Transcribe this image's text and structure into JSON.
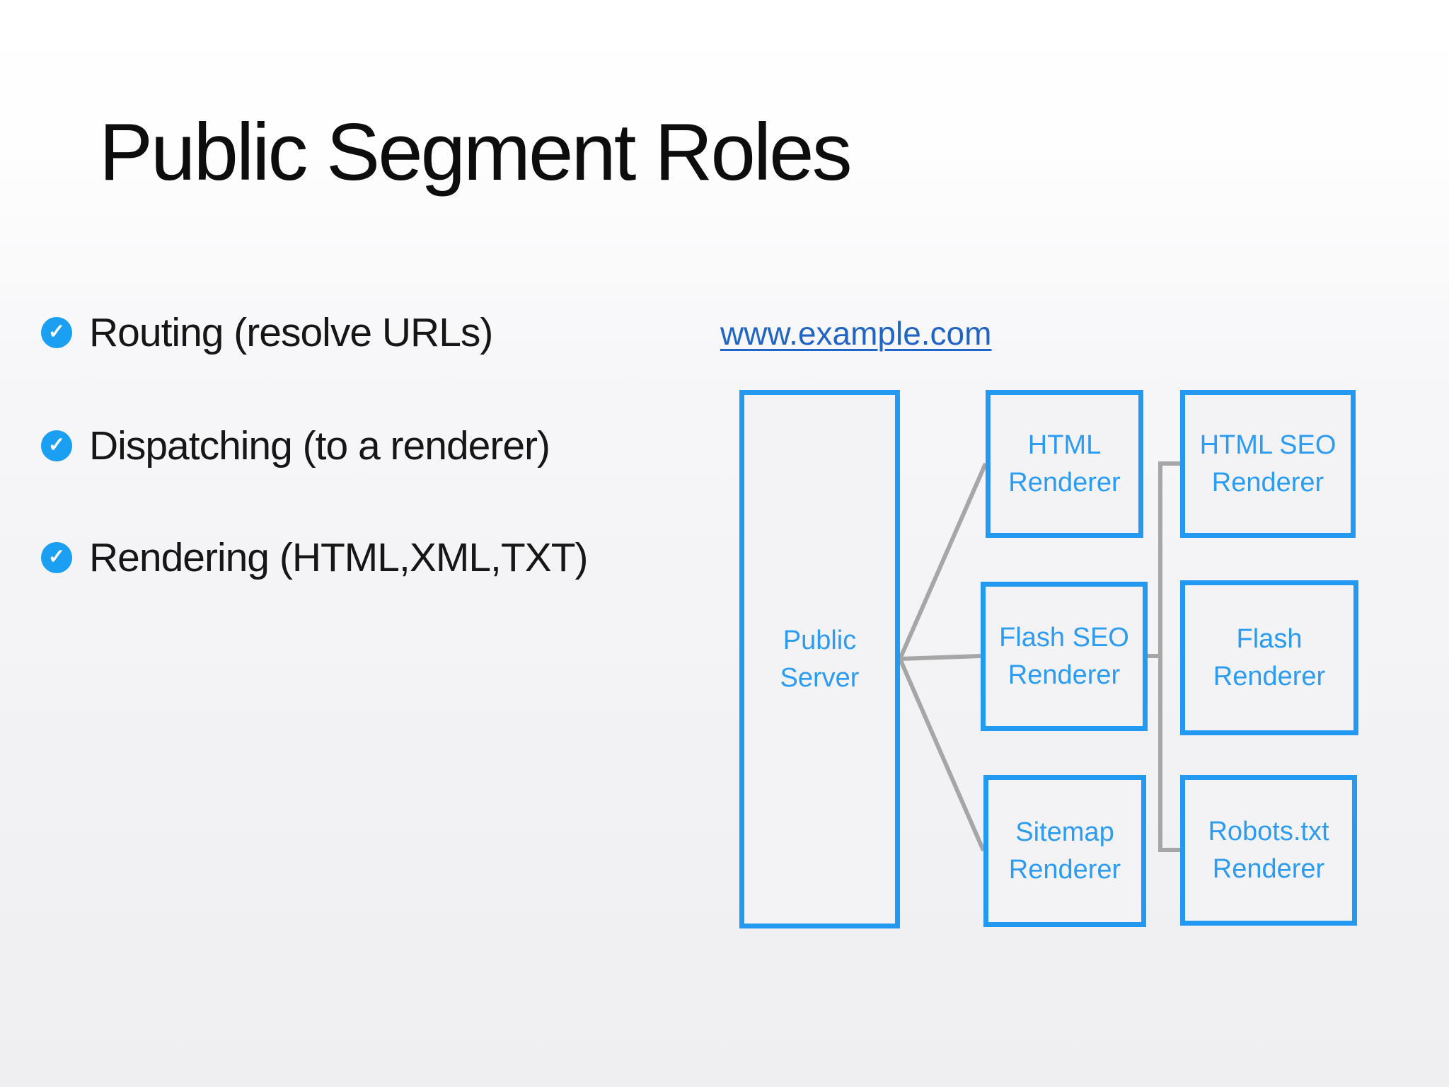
{
  "title": "Public Segment Roles",
  "check_glyph": "✓",
  "bullets": [
    {
      "label": "Routing (resolve URLs)"
    },
    {
      "label": "Dispatching (to a renderer)"
    },
    {
      "label": "Rendering (HTML,XML,TXT)"
    }
  ],
  "link": {
    "text": "www.example.com"
  },
  "nodes": {
    "public_server": {
      "label": "Public Server"
    },
    "html_renderer": {
      "label": "HTML Renderer"
    },
    "html_seo": {
      "label": "HTML SEO Renderer"
    },
    "flash_seo": {
      "label": "Flash SEO Renderer"
    },
    "flash": {
      "label": "Flash Renderer"
    },
    "sitemap": {
      "label": "Sitemap Renderer"
    },
    "robots": {
      "label": "Robots.txt Renderer"
    }
  },
  "colors": {
    "accent_blue": "#2499f1",
    "node_text_blue": "#2b9cf2",
    "bullet_icon_blue": "#1b9ff2",
    "link_blue": "#2065c4",
    "connector_gray": "#a6a6a6",
    "title_black": "#0d0d0d",
    "body_text": "#161616",
    "node_fill": "#f3f3f5"
  }
}
